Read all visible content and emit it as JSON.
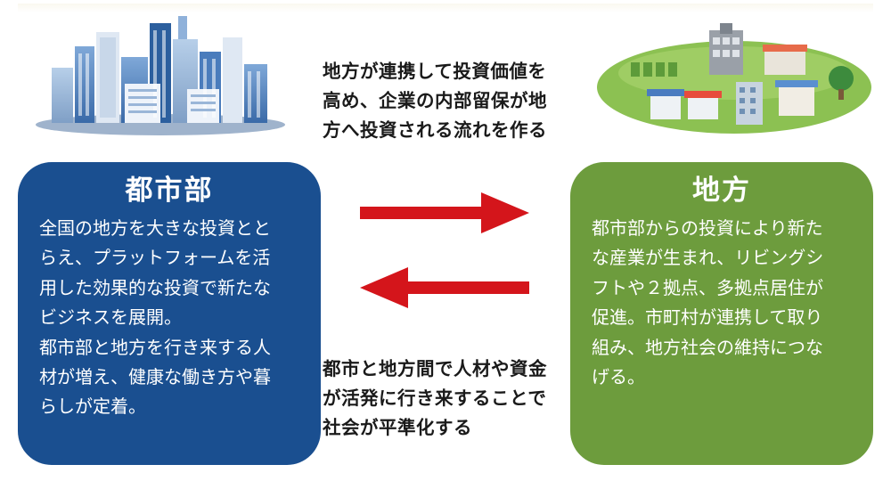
{
  "colors": {
    "urban_card": "#1a4f90",
    "rural_card": "#6d9c3d",
    "arrow": "#d4151b",
    "text": "#1a1a1a"
  },
  "illustrations": {
    "city": "city-skyline-icon",
    "rural": "rural-town-icon"
  },
  "top_caption": [
    "地方が連携して投資価値を",
    "高め、企業の内部留保が地",
    "方へ投資される流れを作る"
  ],
  "bottom_caption": [
    "都市と地方間で人材や資金",
    "が活発に行き来することで",
    "社会が平準化する"
  ],
  "urban": {
    "title": "都市部",
    "lines": [
      "全国の地方を大きな投資とと",
      "らえ、プラットフォームを活",
      "用した効果的な投資で新たな",
      "ビジネスを展開。",
      "都市部と地方を行き来する人",
      "材が増え、健康な働き方や暮",
      "らしが定着。"
    ]
  },
  "rural": {
    "title": "地方",
    "lines": [
      "都市部からの投資により新た",
      "な産業が生まれ、リビングシ",
      "フトや２拠点、多拠点居住が",
      "促進。市町村が連携して取り",
      "組み、地方社会の維持につな",
      "げる。"
    ]
  }
}
